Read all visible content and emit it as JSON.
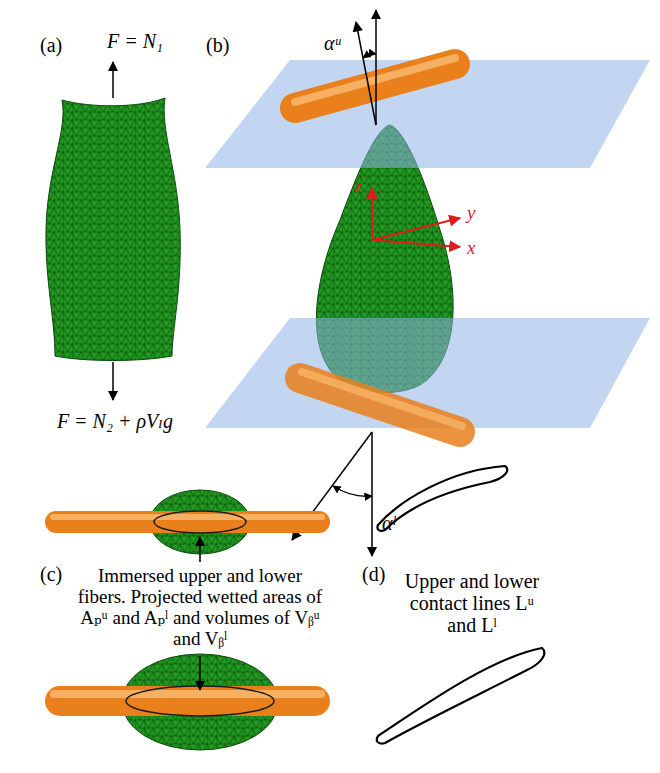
{
  "diagram": {
    "labels": [
      "(a)",
      "F = N₁",
      "(b)",
      "αᵘ",
      "z",
      "y",
      "x",
      "F = N₂ + ρVₗg",
      "αˡ",
      "(c)",
      "Immersed upper and lower fibers. Projected wetted areas of Aₚᵘ and Aₚˡ and volumes of Vᵦᵘ and Vᵦˡ",
      "(d)",
      "Upper and lower contact lines Lᵘ and Lˡ"
    ]
  }
}
